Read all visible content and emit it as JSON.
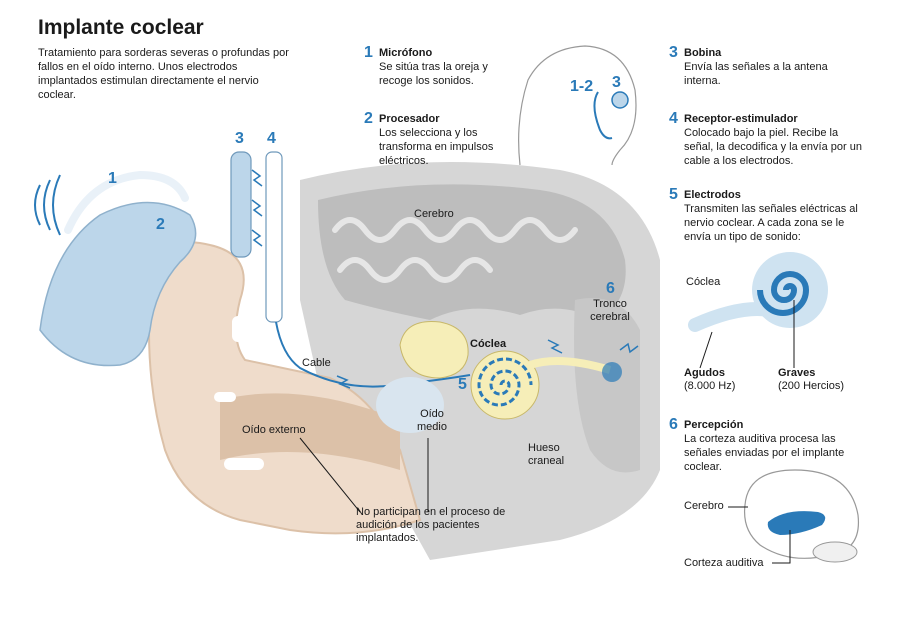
{
  "title": "Implante coclear",
  "intro": "Tratamiento para sorderas severas o profundas por fallos en el oído interno. Unos electrodos implantados estimulan directamente el nervio coclear.",
  "steps": [
    {
      "num": "1",
      "head": "Micrófono",
      "body": "Se sitúa tras la oreja y recoge los sonidos."
    },
    {
      "num": "2",
      "head": "Procesador",
      "body": "Los selecciona y los transforma en impulsos eléctricos."
    },
    {
      "num": "3",
      "head": "Bobina",
      "body": "Envía las señales a la antena interna."
    },
    {
      "num": "4",
      "head": "Receptor-estimulador",
      "body": "Colocado bajo la piel. Recibe la señal, la decodifica y la envía por un cable a los electrodos."
    },
    {
      "num": "5",
      "head": "Electrodos",
      "body": "Transmiten las señales eléctricas al nervio coclear. A cada zona se le envía un tipo de sonido:"
    },
    {
      "num": "6",
      "head": "Percepción",
      "body": "La corteza auditiva procesa las señales enviadas por el implante coclear."
    }
  ],
  "labels": {
    "head_marker": "1-2",
    "head_marker3": "3",
    "ear_1": "1",
    "ear_2": "2",
    "dev_3": "3",
    "dev_4": "4",
    "cerebro": "Cerebro",
    "tronco_num": "6",
    "tronco": "Tronco cerebral",
    "coclea_bold": "Cóclea",
    "electrodo_num": "5",
    "cable": "Cable",
    "oido_medio": "Oído medio",
    "oido_externo": "Oído externo",
    "hueso": "Hueso craneal",
    "no_participan": "No participan en el proceso de audición de los pacientes implantados.",
    "coclea_detail": "Cóclea",
    "agudos": "Agudos",
    "agudos_hz": "(8.000 Hz)",
    "graves": "Graves",
    "graves_hz": "(200 Hercios)",
    "brain_cerebro": "Cerebro",
    "corteza": "Corteza auditiva"
  },
  "colors": {
    "accent": "#2a7ab8",
    "skin": "#efdccb",
    "skin_dark": "#dcc1a8",
    "bone": "#cfcfcf",
    "device": "#bcd6ea",
    "cochlea": "#f6eeb8"
  }
}
